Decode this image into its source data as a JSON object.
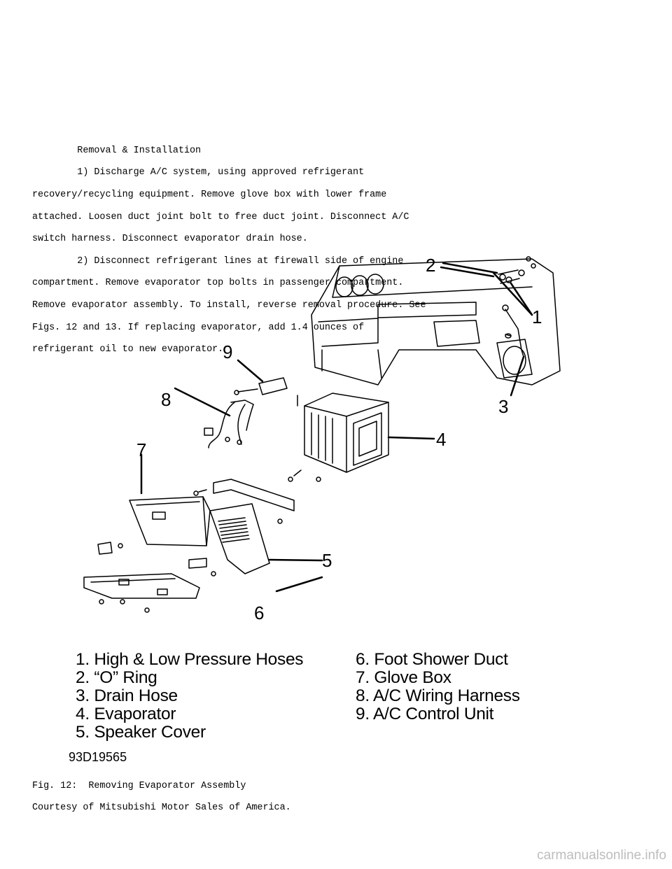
{
  "section": {
    "heading": "Removal & Installation",
    "step1_lines": [
      "        1) Discharge A/C system, using approved refrigerant",
      "recovery/recycling equipment. Remove glove box with lower frame",
      "attached. Loosen duct joint bolt to free duct joint. Disconnect A/C",
      "switch harness. Disconnect evaporator drain hose."
    ],
    "step2_lines": [
      "        2) Disconnect refrigerant lines at firewall side of engine",
      "compartment. Remove evaporator top bolts in passenger compartment.",
      "Remove evaporator assembly. To install, reverse removal procedure. See",
      "Figs. 12 and 13. If replacing evaporator, add 1.4 ounces of",
      "refrigerant oil to new evaporator."
    ]
  },
  "figure": {
    "callouts": [
      "1",
      "2",
      "3",
      "4",
      "5",
      "6",
      "7",
      "8",
      "9"
    ],
    "legend_left": [
      "1. High & Low Pressure Hoses",
      "2. “O” Ring",
      "3. Drain Hose",
      "4. Evaporator",
      "5. Speaker Cover"
    ],
    "legend_right": [
      "6. Foot Shower Duct",
      "7. Glove Box",
      "8. A/C Wiring Harness",
      "9. A/C Control Unit"
    ],
    "code": "93D19565",
    "caption": "Fig. 12:  Removing Evaporator Assembly",
    "credit": "Courtesy of Mitsubishi Motor Sales of America."
  },
  "watermark": "carmanualsonline.info"
}
